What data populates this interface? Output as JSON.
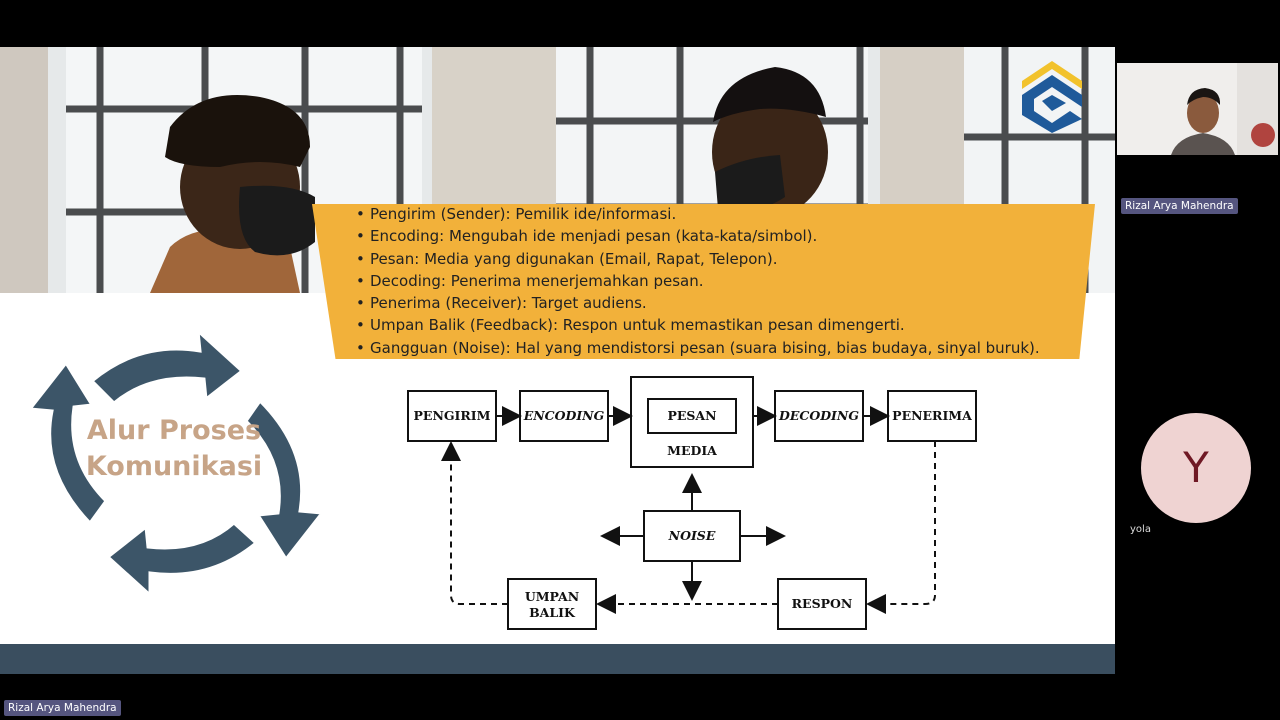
{
  "slide": {
    "bullets": [
      "Pengirim (Sender): Pemilik ide/informasi.",
      "Encoding: Mengubah ide menjadi pesan (kata-kata/simbol).",
      "Pesan: Media yang digunakan (Email, Rapat, Telepon).",
      "Decoding: Penerima menerjemahkan pesan.",
      "Penerima (Receiver): Target audiens.",
      "Umpan Balik (Feedback): Respon untuk memastikan pesan dimengerti.",
      "Gangguan (Noise): Hal yang mendistorsi pesan (suara bising, bias budaya, sinyal buruk)."
    ],
    "cycle_title_line1": "Alur Proses",
    "cycle_title_line2": "Komunikasi",
    "diagram": {
      "pengirim": "PENGIRIM",
      "encoding": "ENCODING",
      "pesan": "PESAN",
      "media": "MEDIA",
      "decoding": "DECODING",
      "penerima": "PENERIMA",
      "noise": "NOISE",
      "umpan": "UMPAN",
      "balik": "BALIK",
      "respon": "RESPON"
    },
    "colors": {
      "accent": "#f2b13a",
      "band": "#3a4e5f",
      "cycle_arrow": "#3c5568",
      "title": "#c7a487"
    }
  },
  "participants": {
    "top_tile_name": "Rizal Arya Mahendra",
    "avatar_letter": "Y",
    "avatar_name": "yola",
    "self_name": "Rizal Arya Mahendra"
  }
}
